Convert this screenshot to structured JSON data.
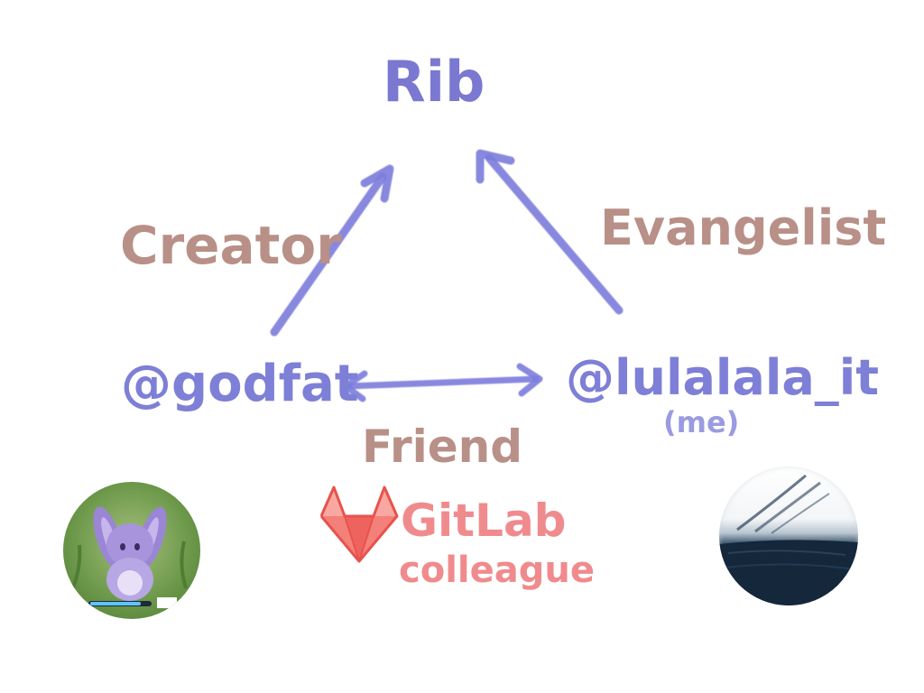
{
  "nodes": {
    "rib": "Rib",
    "godfat": "@godfat",
    "lulalala": "@lulalala_it",
    "lulalala_note": "(me)"
  },
  "edges": {
    "creator": "Creator",
    "evangelist": "Evangelist",
    "friend": "Friend",
    "gitlab": "GitLab",
    "colleague": "colleague"
  },
  "icons": {
    "gitlab_logo": "gitlab-fox-logo",
    "avatar_godfat": "purple-rabbit-avatar",
    "avatar_lulalala": "dark-hair-avatar"
  },
  "colors": {
    "node_text": "#7e7fd6",
    "arrow": "#7b7cdb",
    "relation_text": "#b89088",
    "gitlab_text": "#f08b8d"
  }
}
